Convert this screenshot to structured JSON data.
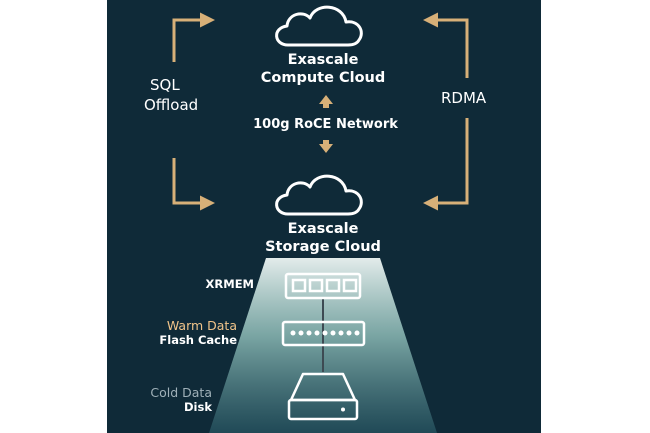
{
  "diagram": {
    "compute_cloud": {
      "line1": "Exascale",
      "line2": "Compute Cloud",
      "icon": "cloud-icon"
    },
    "storage_cloud": {
      "line1": "Exascale",
      "line2": "Storage Cloud",
      "icon": "cloud-icon"
    },
    "network_label": "100g RoCE Network",
    "left_link": {
      "line1": "SQL",
      "line2": "Offload"
    },
    "right_link": {
      "label": "RDMA"
    },
    "tiers": [
      {
        "title": "XRMEM",
        "subtitle": "",
        "icon": "memory-module-icon"
      },
      {
        "title": "Warm Data",
        "subtitle": "Flash Cache",
        "icon": "flash-card-icon"
      },
      {
        "title": "Cold Data",
        "subtitle": "Disk",
        "icon": "disk-drive-icon"
      }
    ],
    "colors": {
      "background": "#0f2a38",
      "arrow": "#d7b078",
      "warm_label": "#f0c48a",
      "cold_label": "#9fb0b8",
      "text": "#ffffff"
    }
  }
}
